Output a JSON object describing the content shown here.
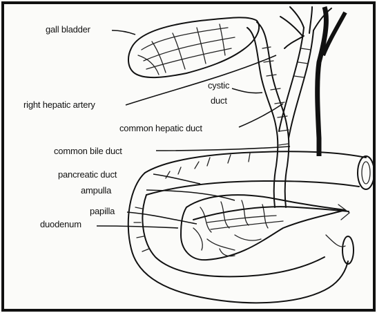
{
  "labels": {
    "gall_bladder": "gall bladder",
    "right_hepatic_artery": "right hepatic artery",
    "cystic_duct_line1": "cystic",
    "cystic_duct_line2": "duct",
    "common_hepatic_duct": "common hepatic duct",
    "common_bile_duct": "common bile duct",
    "pancreatic_duct": "pancreatic duct",
    "ampulla": "ampulla",
    "papilla": "papilla",
    "duodenum": "duodenum"
  }
}
